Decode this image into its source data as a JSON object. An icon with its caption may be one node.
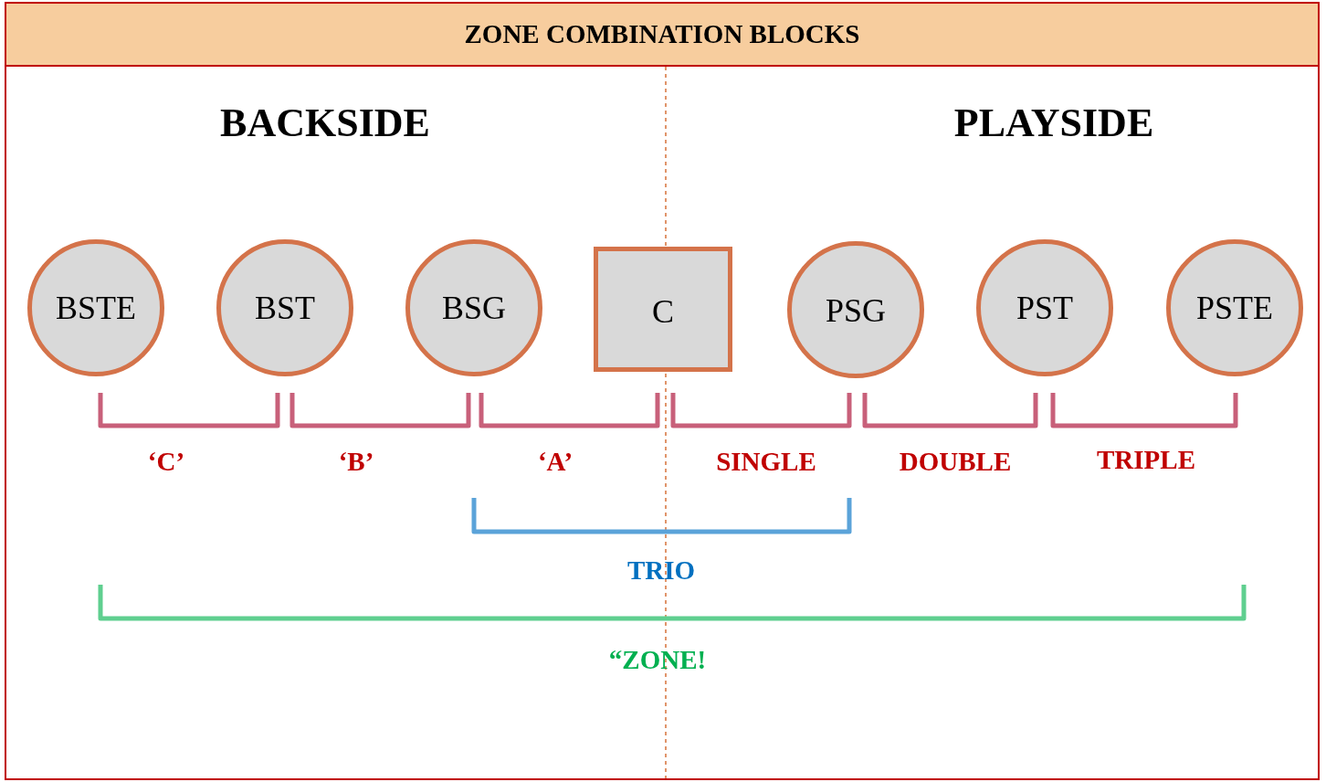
{
  "diagram": {
    "title": "ZONE COMBINATION BLOCKS",
    "nodes": [
      {
        "text": [
          "BSTE"
        ]
      },
      {
        "text": [
          "BST"
        ]
      },
      {
        "text": [
          "BSG"
        ]
      },
      {
        "text": [
          "C"
        ]
      },
      {
        "text": [
          "PSG"
        ]
      },
      {
        "text": [
          "PST"
        ]
      },
      {
        "text": [
          "PSTE"
        ]
      }
    ],
    "labels": [
      "BACKSIDE",
      "PLAYSIDE",
      "‘C’",
      "‘B’",
      "‘A’",
      "SINGLE",
      "DOUBLE",
      "TRIPLE",
      "TRIO",
      "“ZONE!"
    ]
  }
}
